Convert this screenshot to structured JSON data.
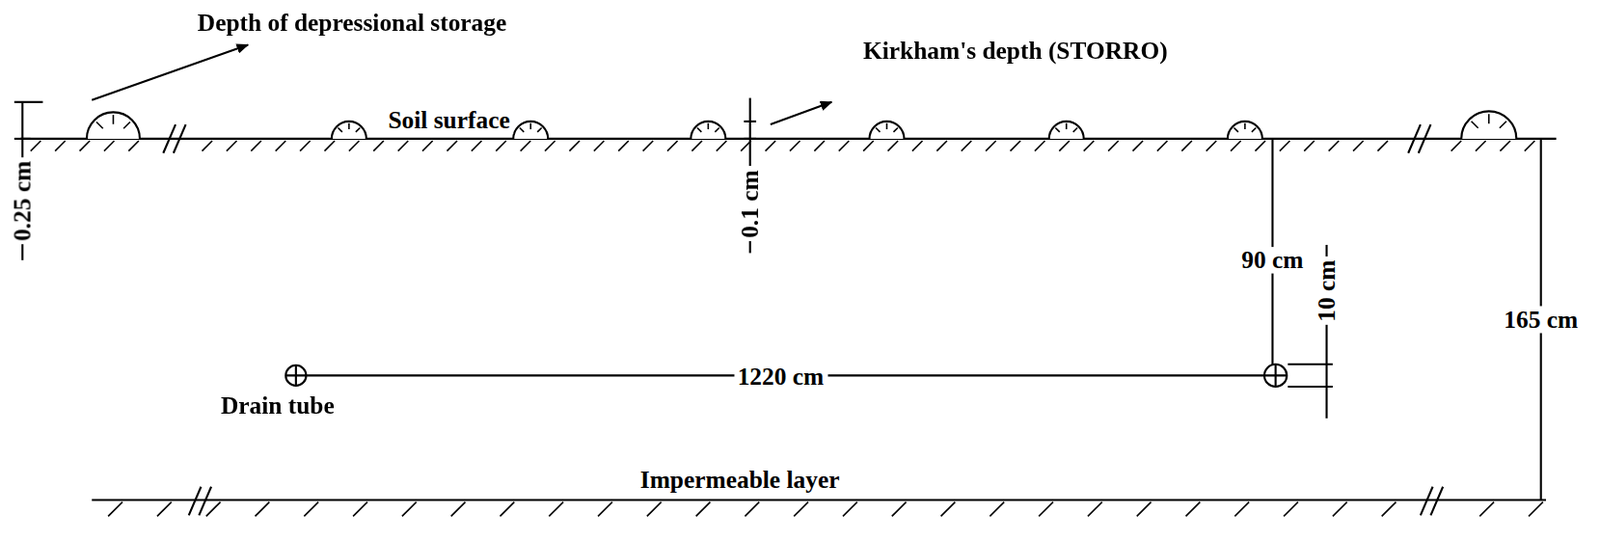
{
  "diagram": {
    "labels": [
      "Depth of depressional storage",
      "Kirkham's depth (STORRO)",
      "Soil surface",
      "0.25 cm",
      "0.1 cm",
      "90 cm",
      "10 cm",
      "165 cm",
      "1220 cm",
      "Drain tube",
      "Impermeable layer"
    ]
  }
}
